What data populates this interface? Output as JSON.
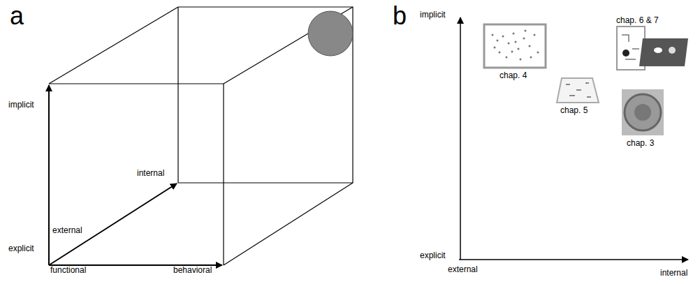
{
  "diagram": {
    "labels": [
      "a",
      "b",
      "implicit",
      "internal",
      "external",
      "explicit",
      "functional",
      "behavioral",
      "implicit",
      "explicit",
      "external",
      "internal",
      "chap. 4",
      "chap. 5",
      "chap. 6 & 7",
      "chap. 3"
    ]
  }
}
